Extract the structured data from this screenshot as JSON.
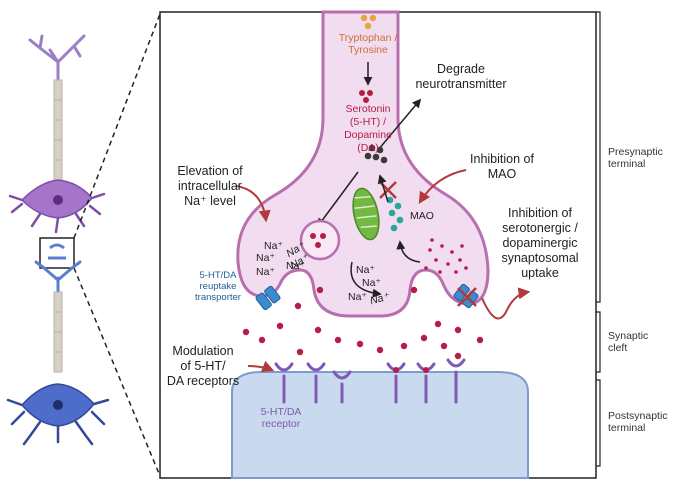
{
  "colors": {
    "presynaptic_fill": "#f2dcef",
    "presynaptic_stroke": "#b86fb0",
    "postsynaptic_fill": "#c9d9ee",
    "postsynaptic_stroke": "#7e9ccd",
    "neurotransmitter": "#b51d45",
    "precursor": "#e8a53b",
    "mao": "#2aa79b",
    "mitochondrion": "#72b843",
    "transporter": "#3d8ad1",
    "receptor": "#7f59b3",
    "inhibit_arrow": "#b23a3a"
  },
  "labels": {
    "precursor": "Tryptophan /\nTyrosine",
    "neurotransmitter": "Serotonin\n(5-HT) /\nDopamine\n(DA)",
    "degrade": "Degrade\nneurotransmitter",
    "inhibition_mao": "Inhibition of\nMAO",
    "mao": "MAO",
    "elevation": "Elevation of\nintracellular\nNa⁺ level",
    "inhibition_uptake": "Inhibition of\nserotonergic /\ndopaminergic\nsynaptosomal\nuptake",
    "transporter": "5-HT/DA\nreuptake\ntransporter",
    "modulation": "Modulation\nof 5-HT/\nDA receptors",
    "receptor": "5-HT/DA\nreceptor",
    "na1": "Na⁺",
    "na2": "Na⁺",
    "na3": "Na⁺",
    "na4": "Na⁺",
    "na_slant1": "Na⁺",
    "na_slant2": "Na⁺",
    "na5": "Na⁺",
    "na6": "Na⁺",
    "na7": "Na⁺",
    "na_slant3": "Na⁺"
  },
  "regions": {
    "presynaptic": "Presynaptic\nterminal",
    "synaptic": "Synaptic\ncleft",
    "postsynaptic": "Postsynaptic\nterminal"
  }
}
